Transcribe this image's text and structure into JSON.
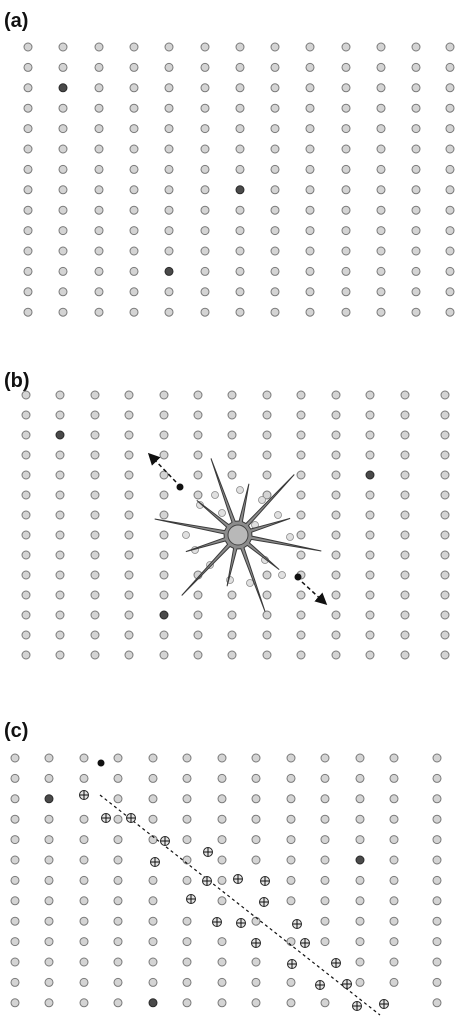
{
  "panels": [
    {
      "label": "(a)"
    },
    {
      "label": "(b)"
    },
    {
      "label": "(c)"
    }
  ],
  "icons": {
    "lattice_atom": "grey-circle",
    "impurity_atom": "dark-circle",
    "knock_on_atom": "black-dot",
    "collision_cascade": "star-burst",
    "vacancy_interstitial": "circle-with-cross"
  },
  "colors": {
    "atom_fill": "#d4d4d4",
    "impurity_fill": "#4a4a4a",
    "background": "#ffffff"
  }
}
